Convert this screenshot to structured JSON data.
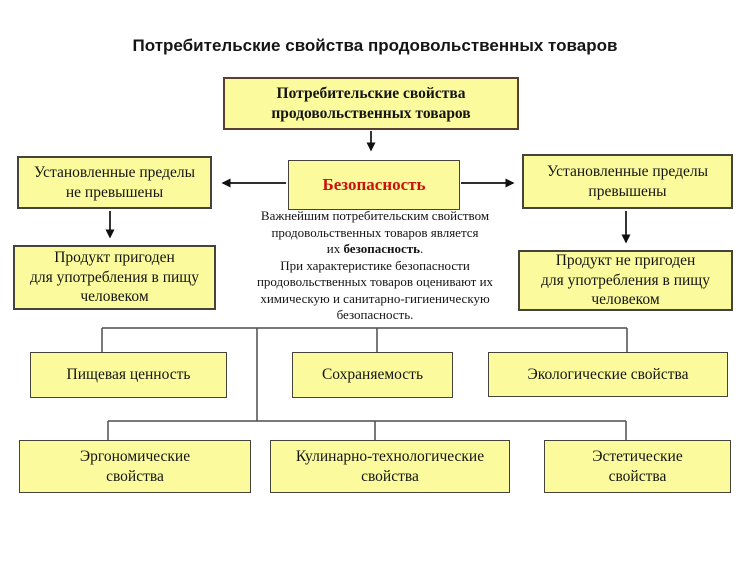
{
  "title": "Потребительские свойства продовольственных товаров",
  "boxes": {
    "root": {
      "line1": "Потребительские свойства",
      "line2": "продовольственных товаров"
    },
    "safety": {
      "label": "Безопасность"
    },
    "limits_not_exceeded": {
      "line1": "Установленные пределы",
      "line2": "не превышены"
    },
    "limits_exceeded": {
      "line1": "Установленные пределы",
      "line2": "превышены"
    },
    "product_fit": {
      "line1": "Продукт пригоден",
      "line2": "для употребления в пищу",
      "line3": "человеком"
    },
    "product_unfit": {
      "line1": "Продукт не пригоден",
      "line2": "для употребления в пищу",
      "line3": "человеком"
    },
    "food_value": {
      "label": "Пищевая ценность"
    },
    "keeping": {
      "label": "Сохраняемость"
    },
    "ecological": {
      "label": "Экологические свойства"
    },
    "ergonomic": {
      "line1": "Эргономические",
      "line2": "свойства"
    },
    "culinary": {
      "line1": "Кулинарно-технологические",
      "line2": "свойства"
    },
    "aesthetic": {
      "line1": "Эстетические",
      "line2": "свойства"
    }
  },
  "center_note": {
    "line1": "Важнейшим потребительским свойством",
    "line2": "продовольственных товаров является",
    "line3_prefix": "их ",
    "line3_bold": "безопасность",
    "line3_suffix": ".",
    "line4": "При характеристике безопасности",
    "line5": "продовольственных товаров оценивают их",
    "line6": "химическую и санитарно-гигиеническую",
    "line7": "безопасность."
  },
  "colors": {
    "box_fill": "#FBFB9D",
    "box_border": "#45433C",
    "root_box_border": "#5A4030",
    "safety_text": "#CC1111",
    "connector": "#4D4D4D",
    "arrow": "#111111",
    "background": "#FFFFFF"
  }
}
